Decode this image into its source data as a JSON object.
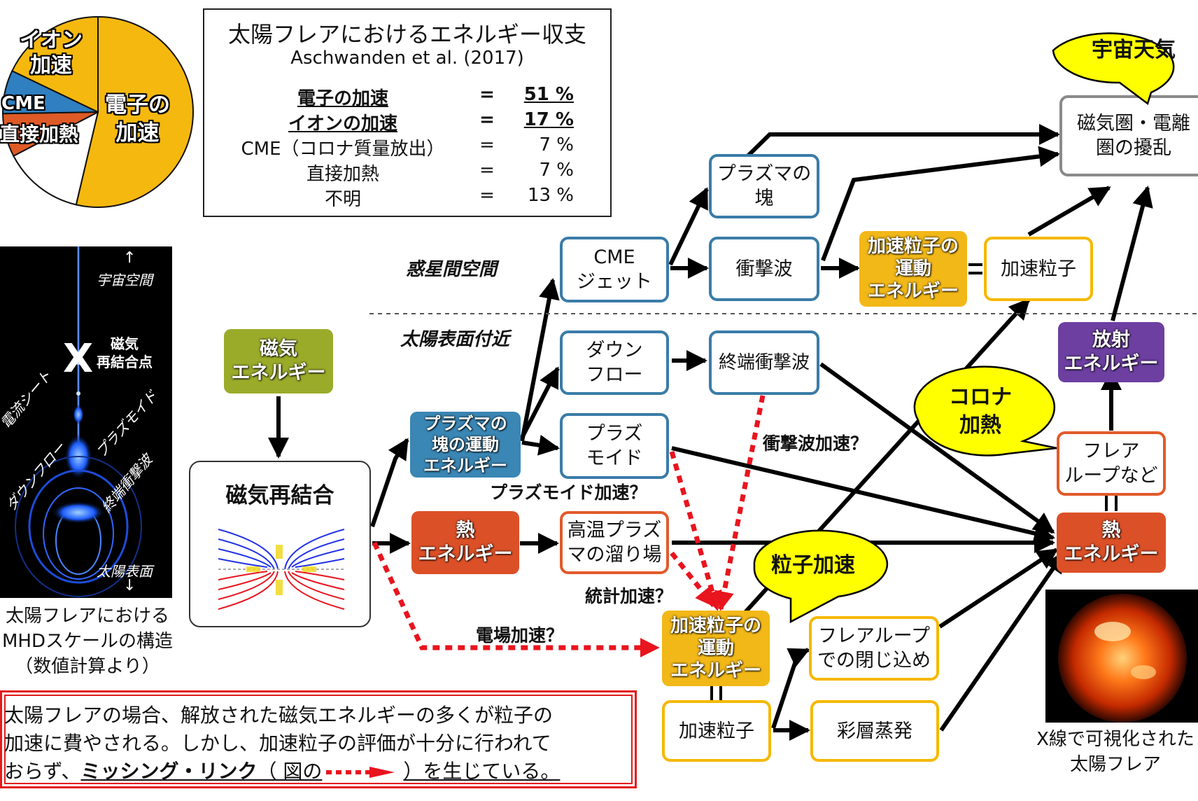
{
  "energy_budget": {
    "title": "太陽フレアにおけるエネルギー収支",
    "citation": "Aschwanden et al. (2017)",
    "rows": [
      {
        "label": "電子の加速",
        "eq": "=",
        "value": "51 %"
      },
      {
        "label": "イオンの加速",
        "eq": "=",
        "value": "17 %"
      },
      {
        "label": "CME（コロナ質量放出）",
        "eq": "=",
        "value": "7 %"
      },
      {
        "label": "直接加熱",
        "eq": "=",
        "value": "7 %"
      },
      {
        "label": "不明",
        "eq": "=",
        "value": "13 %"
      }
    ]
  },
  "pie": {
    "slices": [
      {
        "label": "電子の\n加速",
        "percent": 51,
        "color": "#f5b80e"
      },
      {
        "label": "イオン\n加速",
        "percent": 17,
        "color": "#f5b80e"
      },
      {
        "label": "CME",
        "percent": 7,
        "color": "#2f7fc1"
      },
      {
        "label": "直接加熱",
        "percent": 7,
        "color": "#de5a26"
      },
      {
        "label": "",
        "percent": 13,
        "color": "#ffffff"
      }
    ]
  },
  "sim": {
    "top_label": "宇宙空間",
    "x_mark": "X",
    "x_label": "磁気\n再結合点",
    "sheet_label": "電流シート",
    "plasmoid_label": "プラズモイド",
    "downflow_label": "ダウンフロー",
    "term_shock_label": "終端衝撃波",
    "bottom_label": "太陽表面",
    "caption": "太陽フレアにおける\nMHDスケールの構造\n（数値計算より）"
  },
  "regions": {
    "interplanetary": "惑星間空間",
    "near_surface": "太陽表面付近"
  },
  "nodes": {
    "mag_energy": "磁気\nエネルギー",
    "reconnection_title": "磁気再結合",
    "cme_jet": "CME\nジェット",
    "plasma_blob": "プラズマの\n塊",
    "shock": "衝撃波",
    "accel_ke_top": "加速粒子の\n運動\nエネルギー",
    "accel_particles_top": "加速粒子",
    "magnetosphere": "磁気圏・電離\n圏の擾乱",
    "downflow": "ダウン\nフロー",
    "term_shock": "終端衝撃波",
    "blob_ke": "プラズマの\n塊の運動\nエネルギー",
    "plasmoid": "プラズ\nモイド",
    "heat_energy": "熱\nエネルギー",
    "hot_pool": "高温プラズ\nマの溜り場",
    "accel_ke_bottom": "加速粒子の\n運動\nエネルギー",
    "accel_particles_bottom": "加速粒子",
    "loop_confine": "フレアループ\nでの閉じ込め",
    "chrom_evap": "彩層蒸発",
    "radiation": "放射\nエネルギー",
    "flare_loops": "フレア\nループなど",
    "heat_right": "熱\nエネルギー"
  },
  "callouts": {
    "space_weather": "宇宙天気",
    "corona_heating": "コロナ\n加熱",
    "particle_accel": "粒子加速"
  },
  "question_labels": {
    "shock_accel": "衝撃波加速？",
    "plasmoid_accel": "プラズモイド加速？",
    "stat_accel": "統計加速？",
    "efield_accel": "電場加速？"
  },
  "xray": {
    "caption": "X線で可視化された\n太陽フレア"
  },
  "note": {
    "line1": "太陽フレアの場合、解放された磁気エネルギーの多くが粒子の",
    "line2": "加速に費やされる。しかし、加速粒子の評価が十分に行われて",
    "line3_a": "おらず、",
    "line3_link": "ミッシング・リンク",
    "line3_b": "（ 図の",
    "line3_c": "）を生じている。"
  },
  "colors": {
    "missing_link_red": "#e8141e",
    "blue_border": "#3a7ca8",
    "orange_border": "#e25a2c",
    "yellow_border": "#f5b800"
  }
}
